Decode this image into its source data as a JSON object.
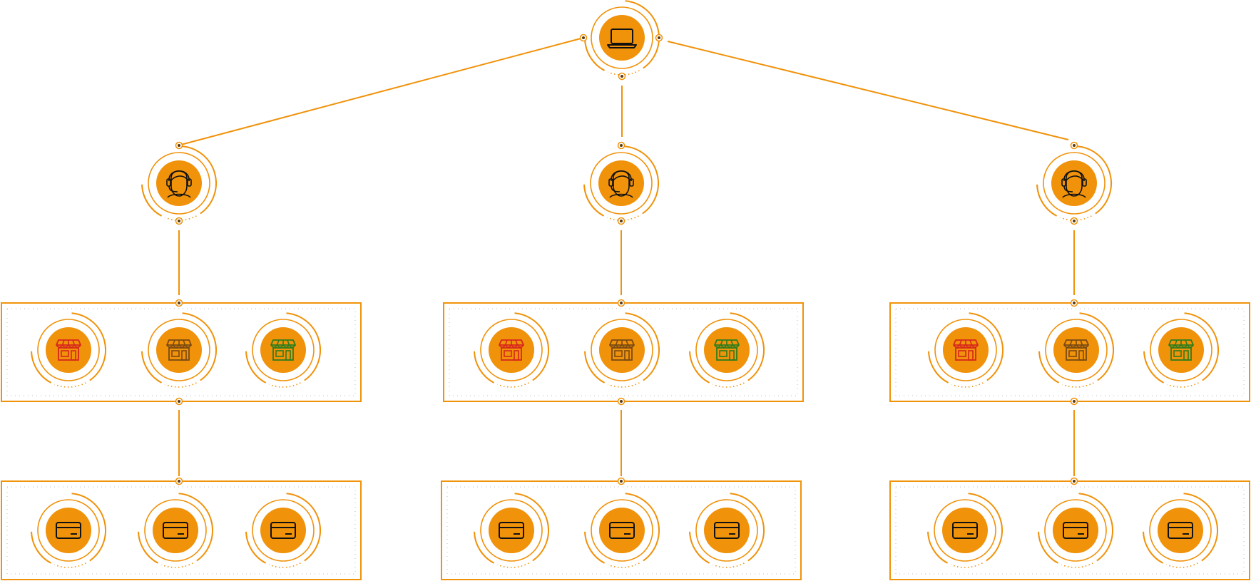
{
  "colors": {
    "accent": "#f0920a",
    "icon_stroke": "#111111",
    "store_red": "#d8281c",
    "store_brown": "#7a4a12",
    "store_green": "#2f7d1c",
    "background": "#ffffff"
  },
  "root": {
    "icon": "laptop-icon"
  },
  "branches": [
    {
      "agent": {
        "icon": "support-agent-icon"
      },
      "stores": [
        {
          "icon": "store-icon",
          "color": "red"
        },
        {
          "icon": "store-icon",
          "color": "brown"
        },
        {
          "icon": "store-icon",
          "color": "green"
        }
      ],
      "cards": [
        {
          "icon": "credit-card-icon"
        },
        {
          "icon": "credit-card-icon"
        },
        {
          "icon": "credit-card-icon"
        }
      ]
    },
    {
      "agent": {
        "icon": "support-agent-icon"
      },
      "stores": [
        {
          "icon": "store-icon",
          "color": "red"
        },
        {
          "icon": "store-icon",
          "color": "brown"
        },
        {
          "icon": "store-icon",
          "color": "green"
        }
      ],
      "cards": [
        {
          "icon": "credit-card-icon"
        },
        {
          "icon": "credit-card-icon"
        },
        {
          "icon": "credit-card-icon"
        }
      ]
    },
    {
      "agent": {
        "icon": "support-agent-icon"
      },
      "stores": [
        {
          "icon": "store-icon",
          "color": "red"
        },
        {
          "icon": "store-icon",
          "color": "brown"
        },
        {
          "icon": "store-icon",
          "color": "green"
        }
      ],
      "cards": [
        {
          "icon": "credit-card-icon"
        },
        {
          "icon": "credit-card-icon"
        },
        {
          "icon": "credit-card-icon"
        }
      ]
    }
  ]
}
